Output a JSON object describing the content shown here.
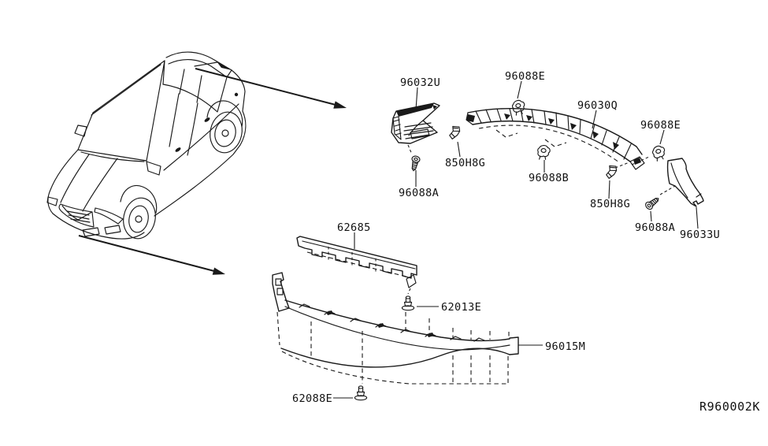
{
  "diagram": {
    "code": "R960002K",
    "style": {
      "background": "#ffffff",
      "ink": "#1a1a1a"
    },
    "callouts": [
      {
        "part": "96032U"
      },
      {
        "part": "96088E"
      },
      {
        "part": "96030Q"
      },
      {
        "part": "96088E"
      },
      {
        "part": "850H8G"
      },
      {
        "part": "96088B"
      },
      {
        "part": "96088A"
      },
      {
        "part": "850H8G"
      },
      {
        "part": "96088A"
      },
      {
        "part": "96033U"
      },
      {
        "part": "62685"
      },
      {
        "part": "62013E"
      },
      {
        "part": "96015M"
      },
      {
        "part": "62088E"
      }
    ]
  }
}
